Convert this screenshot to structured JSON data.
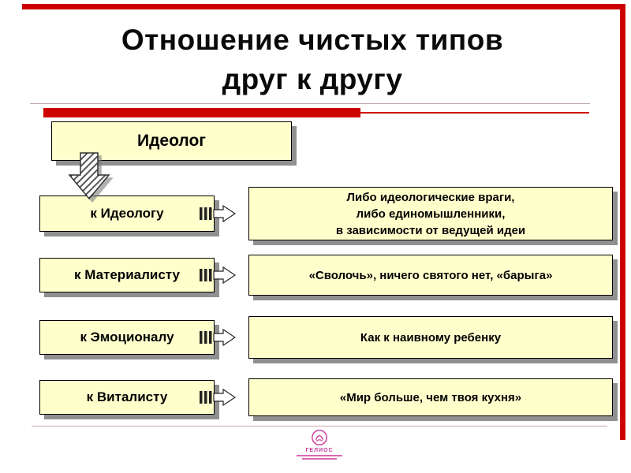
{
  "title": {
    "line1": "Отношение чистых типов",
    "line2": "друг к другу"
  },
  "header_box": {
    "label": "Идеолог"
  },
  "rows": [
    {
      "left": "к Идеологу",
      "right": "Либо идеологические враги,\nлибо единомышленники,\nв зависимости от ведущей идеи"
    },
    {
      "left": "к Материалисту",
      "right": "«Сволочь», ничего святого нет, «барыга»"
    },
    {
      "left": "к Эмоционалу",
      "right": "Как к наивному ребенку"
    },
    {
      "left": "к Виталисту",
      "right": "«Мир больше, чем твоя кухня»"
    }
  ],
  "logo": {
    "name": "ГЕЛИОС"
  },
  "icons": {
    "down_arrow": "down-arrow-icon",
    "connector": "connector-arrow-icon",
    "logo_emblem": "helios-logo-icon"
  },
  "colors": {
    "accent_red": "#cc0000",
    "box_bg": "#ffffcc",
    "box_border": "#000000",
    "shadow_gray": "#7d7d7d",
    "logo_pink": "#cc3399",
    "text": "#0a0a0a"
  }
}
